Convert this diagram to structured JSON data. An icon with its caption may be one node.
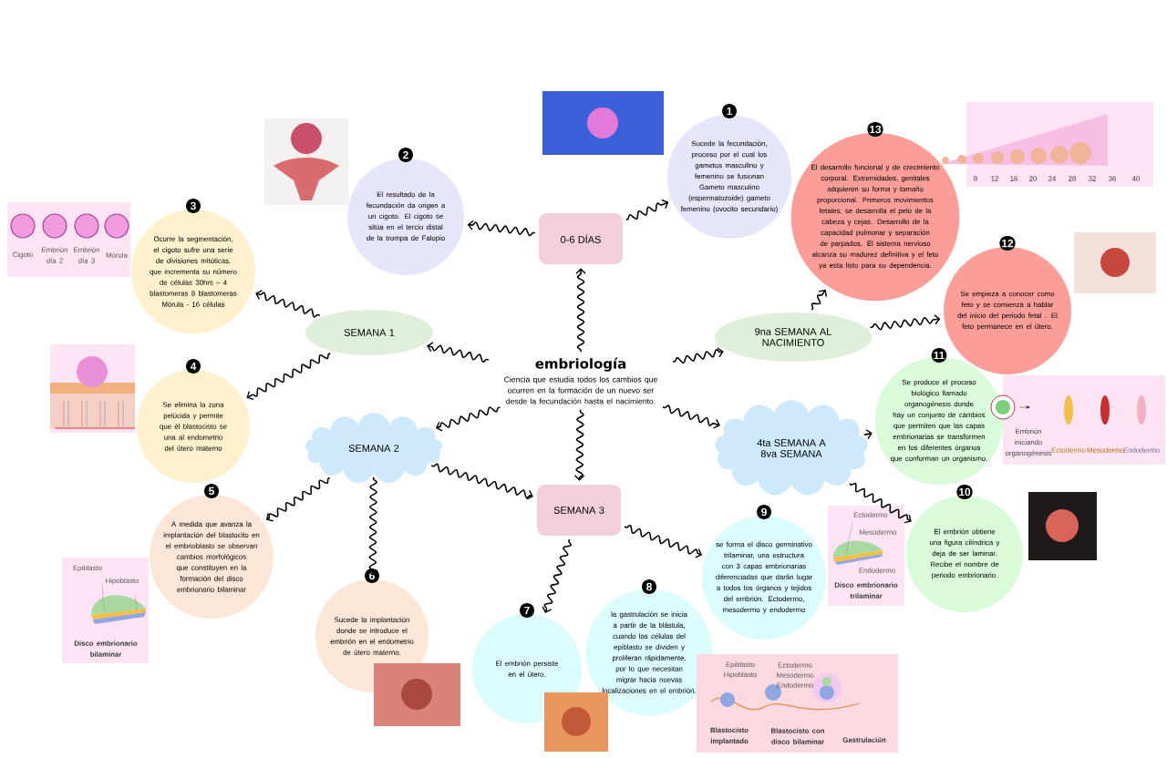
{
  "diagram": {
    "nodes": [
      {
        "text": [
          "embriología",
          "Ciencia que estudia todos los cambios que ocurren en la formación de un nuevo ser desde la fecundación hasta el nacimiento."
        ]
      },
      {
        "text": [
          "0-6 DÍAS"
        ]
      },
      {
        "text": [
          "SEMANA 1"
        ]
      },
      {
        "text": [
          "SEMANA 2"
        ]
      },
      {
        "text": [
          "SEMANA 3"
        ]
      },
      {
        "text": [
          "4ta SEMANA A 8va SEMANA"
        ]
      },
      {
        "text": [
          "9na SEMANA AL NACIMIENTO"
        ]
      },
      {
        "text": [
          "1",
          "Sucede la fecundación, proceso por el cual los gametos masculino y femenino se fusionan Gameto masculino (espermatozoide) gameto femenino (ovocito secundario)"
        ]
      },
      {
        "text": [
          "2",
          "El resultado de la fecundación da origen a un cigoto. El cigoto se sitúa en el tercio distal de la trompa de Falopio"
        ]
      },
      {
        "text": [
          "3",
          "Ocurre la segmentación, el cigoto sufre una serie de divisiones mitóticas, que incrementa su número de células 30hrs – 4 blastomeras 8 blastomeras Mórula - 16 células"
        ]
      },
      {
        "text": [
          "4",
          "Se elimina la zona pelúcida y permite que él blastocisto se una al endometrio del útero materno"
        ]
      },
      {
        "text": [
          "5",
          "A medida que avanza la implantación del blastocito en el embrioblasto se observan cambios morfológicos que constituyen en la formación del disco embrionario bilaminar"
        ]
      },
      {
        "text": [
          "6",
          "Sucede la implantación donde se introduce el embrión en el endometrio de útero materno."
        ]
      },
      {
        "text": [
          "7",
          "El embrión persiste en el útero."
        ]
      },
      {
        "text": [
          "8",
          "la gastrulación se inicia a partir de la blástula, cuando las células del epiblasto se dividen y proliferan rápidamente, por lo que necesitan migrar hacia nuevas localizaciones en el embrión."
        ]
      },
      {
        "text": [
          "9",
          "se forma el disco germinativo trilaminar, una estructura con 3 capas embrionarias diferenciadas que darán lugar a todos los órganos y tejidos del embrión. Ectodermo, mesodermo y endodermo"
        ]
      },
      {
        "text": [
          "10",
          "El embrión obtiene una figura cilíndrica y deja de ser laminar. Recibe el nombre de periodo embrionario."
        ]
      },
      {
        "text": [
          "11",
          "Se produce el proceso biológico llamado organogénesis donde hay un conjunto de cambios que permiten que las capas embrionarias se transformen en los diferentes órganos que conforman un organismo."
        ]
      },
      {
        "text": [
          "12",
          "Se empieza a conocer como feto y se comienza a hablar del inicio del periodo fetal . El feto permanece en el útero."
        ]
      },
      {
        "text": [
          "13",
          "El desarrollo funcional y de crecimiento corporal. Extremidades, genitales adquieren su forma y tamaño proporcional. Primeros movimientos fetales, se desarrolla el pelo de la cabeza y cejas. Desarrollo de la capacidad pulmonar y separación de parpados. El sistema nervioso alcanza su madurez definitiva y el feto ya esta listo para su dependencia."
        ]
      }
    ],
    "edges": [
      {
        "from": 0,
        "to": 1,
        "arrow": "to"
      },
      {
        "from": 1,
        "to": 7,
        "arrow": "to"
      },
      {
        "from": 1,
        "to": 8,
        "arrow": "to"
      },
      {
        "from": 0,
        "to": 2,
        "arrow": "to"
      },
      {
        "from": 2,
        "to": 9,
        "arrow": "to"
      },
      {
        "from": 2,
        "to": 10,
        "arrow": "to"
      },
      {
        "from": 0,
        "to": 3,
        "arrow": "to"
      },
      {
        "from": 3,
        "to": 11,
        "arrow": "to"
      },
      {
        "from": 3,
        "to": 12,
        "arrow": "to"
      },
      {
        "from": 3,
        "to": 4,
        "arrow": "to"
      },
      {
        "from": 0,
        "to": 4,
        "arrow": "to"
      },
      {
        "from": 4,
        "to": 13,
        "arrow": "to"
      },
      {
        "from": 4,
        "to": 15,
        "arrow": "to"
      },
      {
        "from": 0,
        "to": 5,
        "arrow": "to"
      },
      {
        "from": 5,
        "to": 17,
        "arrow": "to"
      },
      {
        "from": 5,
        "to": 16,
        "arrow": "to"
      },
      {
        "from": 0,
        "to": 6,
        "arrow": "to"
      },
      {
        "from": 6,
        "to": 19,
        "arrow": "to"
      },
      {
        "from": 6,
        "to": 18,
        "arrow": "to"
      }
    ],
    "labels": [
      "8",
      "12",
      "16",
      "20",
      "24",
      "28",
      "32",
      "36",
      "40",
      "Cigoto",
      "Embrión día 2",
      "Embrión día 3",
      "Mórula",
      "Embrión iniciando organogénesis",
      "Ectodermo",
      "Mesodermo",
      "Endodermo",
      "Ectodermo",
      "Mesodermo",
      "Endodermo",
      "Disco embrionario trilaminar",
      "Epiblasto",
      "Hipoblasto",
      "Disco embrionario bilaminar",
      "Epiblasto",
      "Hipoblasto",
      "Ectodermo",
      "Mesodermo",
      "Endodermo",
      "Blastocisto implantado",
      "Blastocisto con disco bilaminar",
      "Gastrulación"
    ]
  }
}
